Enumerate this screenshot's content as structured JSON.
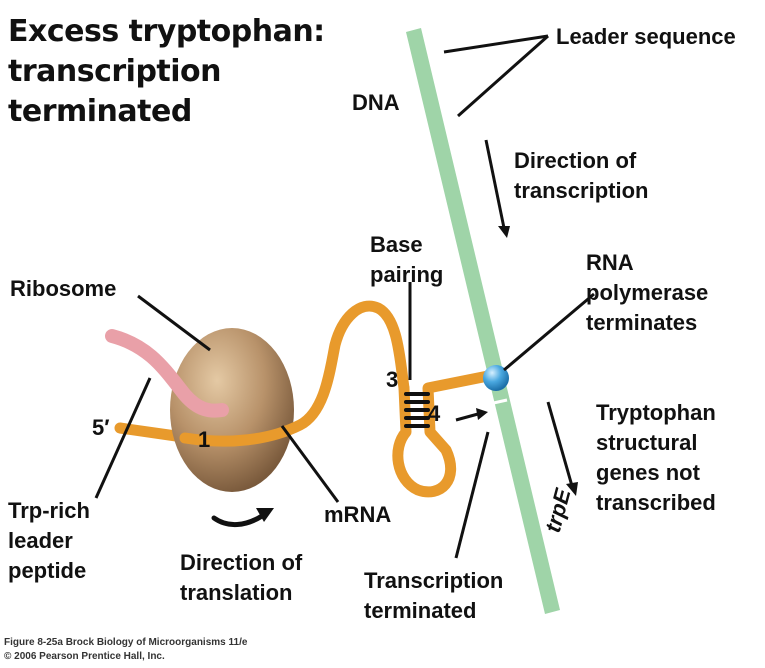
{
  "title": "Excess tryptophan:\ntranscription\nterminated",
  "labels": {
    "leader_sequence": "Leader sequence",
    "dna": "DNA",
    "direction_of_transcription": "Direction of\ntranscription",
    "base_pairing": "Base\npairing",
    "rna_polymerase_terminates": "RNA\npolymerase\nterminates",
    "ribosome": "Ribosome",
    "five_prime": "5′",
    "region_1": "1",
    "region_3": "3",
    "region_4": "4",
    "tryptophan_structural_genes": "Tryptophan\nstructural\ngenes not\ntranscribed",
    "trp_rich_leader_peptide": "Trp-rich\nleader\npeptide",
    "mrna": "mRNA",
    "direction_of_translation": "Direction of\ntranslation",
    "transcription_terminated": "Transcription\nterminated",
    "trpe": "trpE"
  },
  "caption": {
    "figure": "Figure 8-25a  Brock Biology of Microorganisms 11/e",
    "copyright": "© 2006 Pearson Prentice Hall, Inc."
  },
  "colors": {
    "dna": "#9fd4a8",
    "mrna": "#e89a2c",
    "ribosome": "#b8926a",
    "peptide": "#e9a0a8",
    "polymerase": "#4aa8e0"
  }
}
